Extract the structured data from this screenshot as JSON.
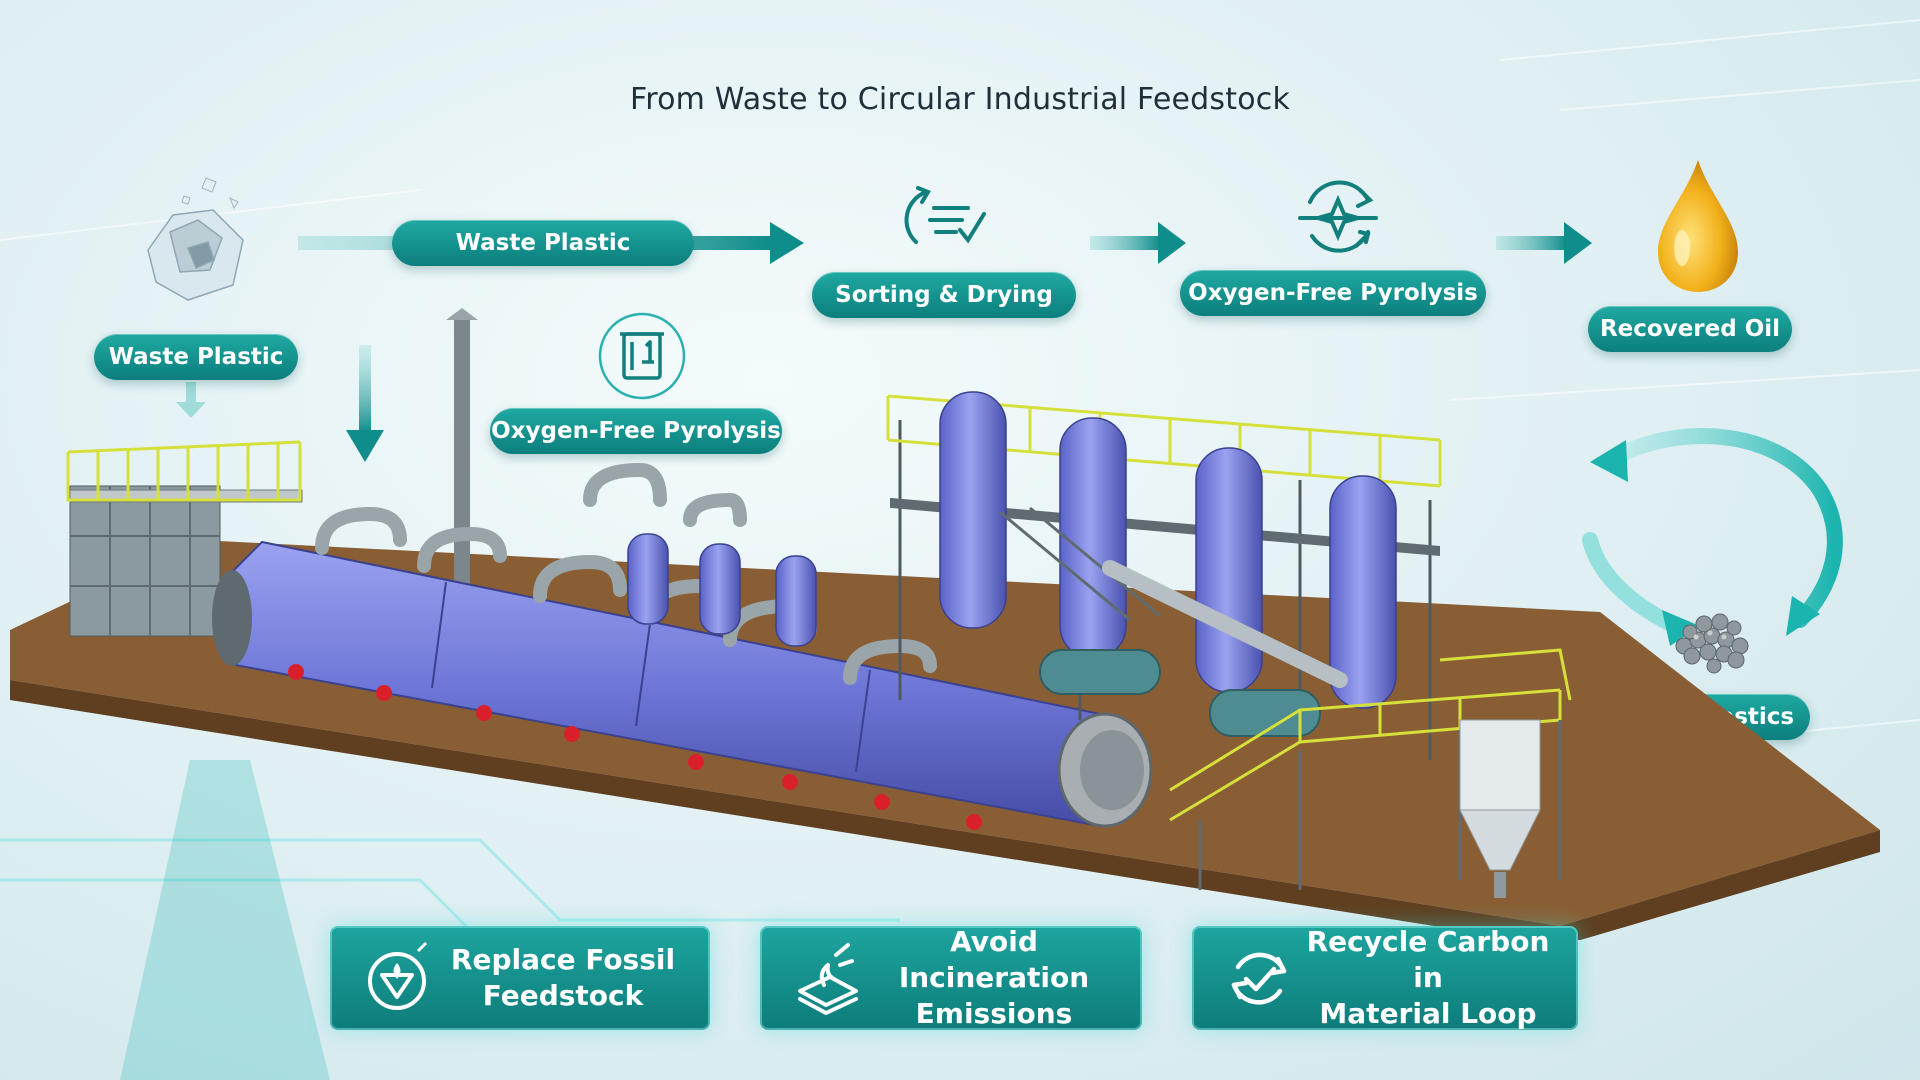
{
  "title": "From Waste to Circular Industrial Feedstock",
  "flow": {
    "waste_plastic_top": "Waste Plastic",
    "waste_plastic_side": "Waste Plastic",
    "sorting_drying": "Sorting & Drying",
    "pyrolysis_top": "Oxygen-Free Pyrolysis",
    "pyrolysis_mid": "Oxygen-Free Pyrolysis",
    "recovered_oil": "Recovered Oil",
    "new_plastics": "New Plastics"
  },
  "icons": {
    "waste": "plastic-waste-icon",
    "sorting": "sorting-icon",
    "pyrolysis": "pyrolysis-icon",
    "reactor": "reactor-icon",
    "oil": "oil-drop-icon",
    "pellets": "plastic-pellets-icon",
    "cycle": "circular-arrows-icon"
  },
  "benefits": [
    {
      "text": "Replace Fossil\nFeedstock",
      "icon": "fossil-replace-icon"
    },
    {
      "text": "Avoid Incineration\nEmissions",
      "icon": "emissions-icon"
    },
    {
      "text": "Recycle Carbon in\nMaterial Loop",
      "icon": "recycle-check-icon"
    }
  ],
  "colors": {
    "teal": "#12938f",
    "reactor": "#6f78d8",
    "railing": "#d8e23a",
    "platform": "#8a5e34",
    "oil": "#f0a812"
  }
}
